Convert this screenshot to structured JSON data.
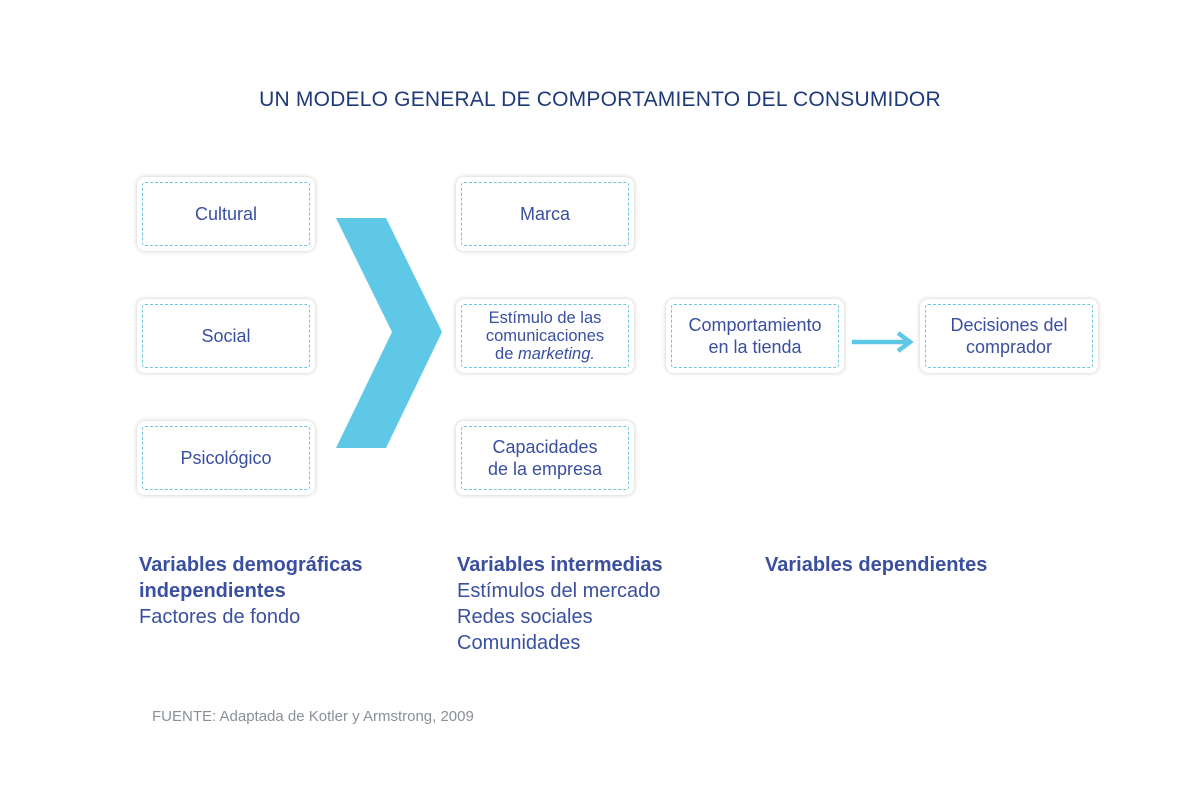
{
  "title": "UN MODELO GENERAL DE COMPORTAMIENTO DEL CONSUMIDOR",
  "nodes": {
    "cultural": "Cultural",
    "social": "Social",
    "psicologico": "Psicológico",
    "marca": "Marca",
    "estimulo_line1": "Estímulo de las",
    "estimulo_line2": "comunicaciones",
    "estimulo_line3_prefix": "de ",
    "estimulo_line3_italic": "marketing.",
    "capacidades_line1": "Capacidades",
    "capacidades_line2": "de la empresa",
    "comportamiento_line1": "Comportamiento",
    "comportamiento_line2": "en la tienda",
    "decisiones_line1": "Decisiones del",
    "decisiones_line2": "comprador"
  },
  "columns": {
    "independent": {
      "heading_line1": "Variables demográficas",
      "heading_line2": "independientes",
      "items": [
        "Factores de fondo"
      ]
    },
    "intermediate": {
      "heading": "Variables intermedias",
      "items": [
        "Estímulos del mercado",
        "Redes sociales",
        "Comunidades"
      ]
    },
    "dependent": {
      "heading": "Variables dependientes"
    }
  },
  "source": "FUENTE: Adaptada de Kotler y Armstrong, 2009",
  "colors": {
    "title": "#1e3a78",
    "text": "#3a4fa0",
    "accent": "#5ec8e6",
    "dashed_border": "#6fc3dc",
    "source": "#8a8f99"
  }
}
